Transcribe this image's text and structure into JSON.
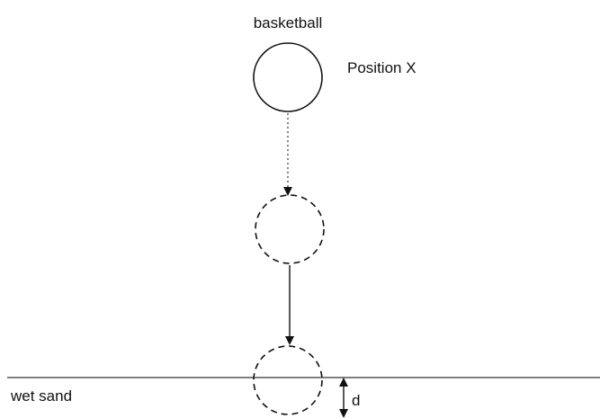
{
  "labels": {
    "object": "basketball",
    "position": "Position X",
    "surface": "wet sand",
    "depth": "d"
  },
  "colors": {
    "ink": "#111111",
    "dotted_line": "#555555"
  }
}
